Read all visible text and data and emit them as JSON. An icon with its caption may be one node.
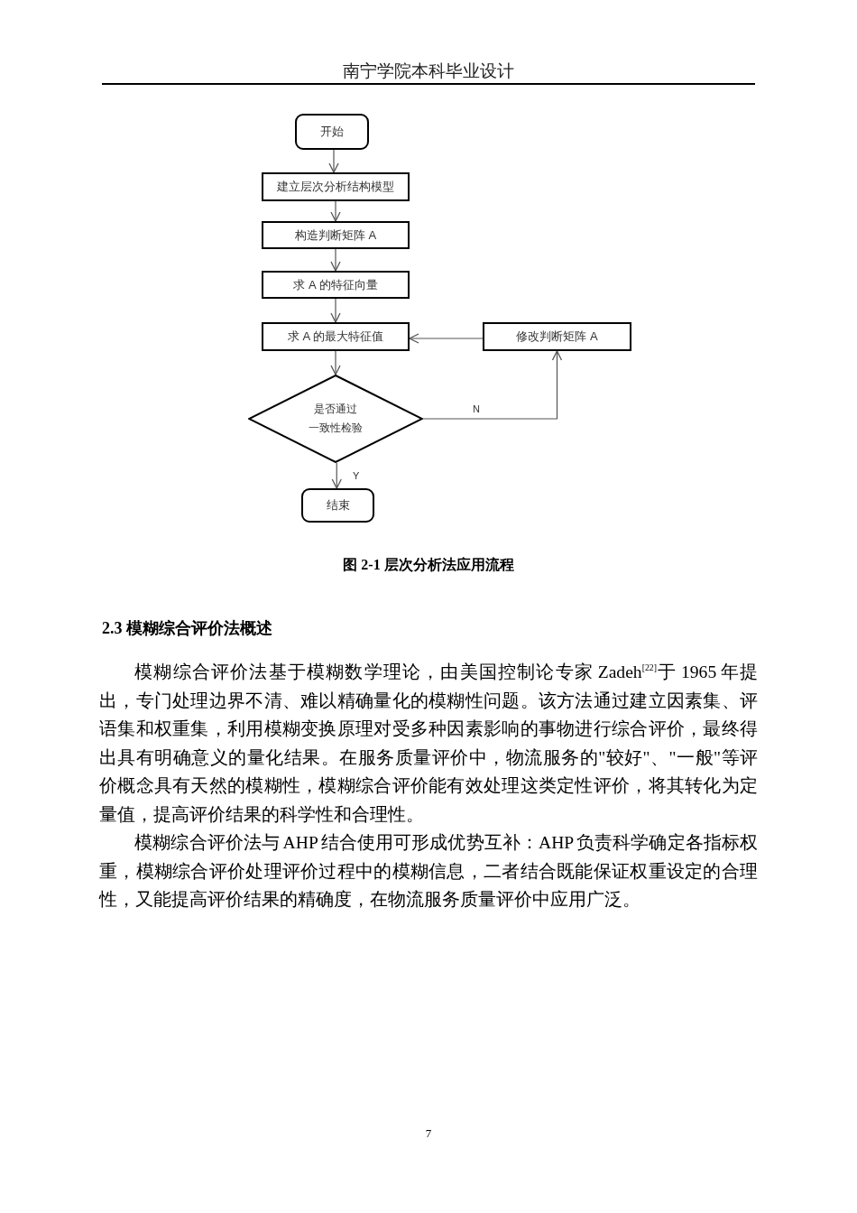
{
  "diagram": {
    "caption": "图 2-1 层次分析法应用流程",
    "nodes": [
      {
        "text": [
          "开始"
        ]
      },
      {
        "text": [
          "建立层次分析结构模型"
        ]
      },
      {
        "text": [
          "构造判断矩阵 A"
        ]
      },
      {
        "text": [
          "求 A 的特征向量"
        ]
      },
      {
        "text": [
          "求 A 的最大特征值"
        ]
      },
      {
        "text": [
          "修改判断矩阵 A"
        ]
      },
      {
        "text": [
          "是否通过",
          "一致性检验"
        ]
      },
      {
        "text": [
          "结束"
        ]
      }
    ],
    "edges": [
      {
        "from": 0,
        "to": 1,
        "arrow": "to"
      },
      {
        "from": 1,
        "to": 2,
        "arrow": "to"
      },
      {
        "from": 2,
        "to": 3,
        "arrow": "to"
      },
      {
        "from": 3,
        "to": 4,
        "arrow": "to"
      },
      {
        "from": 4,
        "to": 6,
        "arrow": "to"
      },
      {
        "from": 6,
        "to": 5,
        "arrow": "to",
        "label": "N"
      },
      {
        "from": 5,
        "to": 4,
        "arrow": "to"
      },
      {
        "from": 6,
        "to": 7,
        "arrow": "to",
        "label": "Y"
      }
    ],
    "labels": [
      "南宁学院本科毕业设计",
      "2.3 模糊综合评价法概述",
      "模糊综合评价法基于模糊数学理论，由美国控制论专家 Zadeh$^{[22]}$于 1965 年提出，专门处理边界不清、难以精确量化的模糊性问题。该方法通过建立因素集、评语集和权重集，利用模糊变换原理对受多种因素影响的事物进行综合评价，最终得出具有明确意义的量化结果。在服务质量评价中，物流服务的\"较好\"、\"一般\"等评价概念具有天然的模糊性，模糊综合评价能有效处理这类定性评价，将其转化为定量值，提高评价结果的科学性和合理性。",
      "模糊综合评价法与 AHP 结合使用可形成优势互补：AHP 负责科学确定各指标权重，模糊综合评价处理评价过程中的模糊信息，二者结合既能保证权重设定的合理性，又能提高评价结果的精确度，在物流服务质量评价中应用广泛。",
      "7"
    ]
  }
}
